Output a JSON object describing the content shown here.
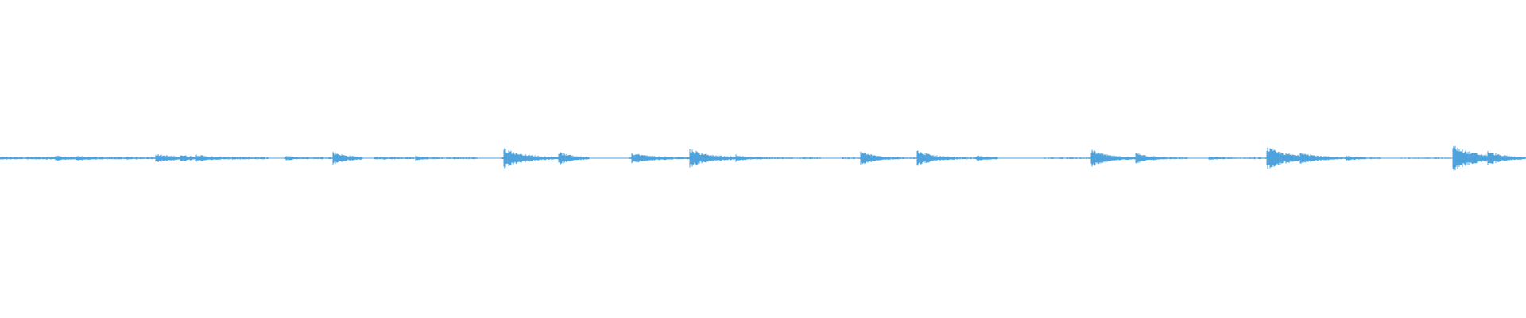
{
  "waveform": {
    "color": "#4fa3dc",
    "background": "#ffffff",
    "baseline_level": 0.0,
    "noise_amplitude": 0.004,
    "bursts": [
      {
        "time": 0.0,
        "amplitude": 0.004,
        "decay": 0.5
      },
      {
        "time": 0.036,
        "amplitude": 0.012,
        "decay": 0.006
      },
      {
        "time": 0.05,
        "amplitude": 0.01,
        "decay": 0.005
      },
      {
        "time": 0.102,
        "amplitude": 0.022,
        "decay": 0.01
      },
      {
        "time": 0.118,
        "amplitude": 0.014,
        "decay": 0.006
      },
      {
        "time": 0.128,
        "amplitude": 0.016,
        "decay": 0.008
      },
      {
        "time": 0.187,
        "amplitude": 0.012,
        "decay": 0.004
      },
      {
        "time": 0.218,
        "amplitude": 0.04,
        "decay": 0.008
      },
      {
        "time": 0.24,
        "amplitude": 0.01,
        "decay": 0.004
      },
      {
        "time": 0.272,
        "amplitude": 0.012,
        "decay": 0.004
      },
      {
        "time": 0.33,
        "amplitude": 0.065,
        "decay": 0.012
      },
      {
        "time": 0.366,
        "amplitude": 0.036,
        "decay": 0.008
      },
      {
        "time": 0.414,
        "amplitude": 0.03,
        "decay": 0.012
      },
      {
        "time": 0.452,
        "amplitude": 0.058,
        "decay": 0.012
      },
      {
        "time": 0.482,
        "amplitude": 0.014,
        "decay": 0.005
      },
      {
        "time": 0.564,
        "amplitude": 0.048,
        "decay": 0.008
      },
      {
        "time": 0.601,
        "amplitude": 0.046,
        "decay": 0.01
      },
      {
        "time": 0.64,
        "amplitude": 0.012,
        "decay": 0.008
      },
      {
        "time": 0.715,
        "amplitude": 0.055,
        "decay": 0.01
      },
      {
        "time": 0.744,
        "amplitude": 0.038,
        "decay": 0.007
      },
      {
        "time": 0.79,
        "amplitude": 0.014,
        "decay": 0.005
      },
      {
        "time": 0.83,
        "amplitude": 0.07,
        "decay": 0.014
      },
      {
        "time": 0.852,
        "amplitude": 0.03,
        "decay": 0.008
      },
      {
        "time": 0.882,
        "amplitude": 0.014,
        "decay": 0.005
      },
      {
        "time": 0.952,
        "amplitude": 0.085,
        "decay": 0.014
      },
      {
        "time": 0.975,
        "amplitude": 0.028,
        "decay": 0.008
      }
    ],
    "gaps": [
      [
        0.176,
        0.186
      ],
      [
        0.238,
        0.245
      ],
      [
        0.313,
        0.328
      ],
      [
        0.386,
        0.412
      ],
      [
        0.538,
        0.552
      ],
      [
        0.654,
        0.684
      ],
      [
        0.779,
        0.792
      ],
      [
        0.905,
        0.918
      ]
    ]
  }
}
